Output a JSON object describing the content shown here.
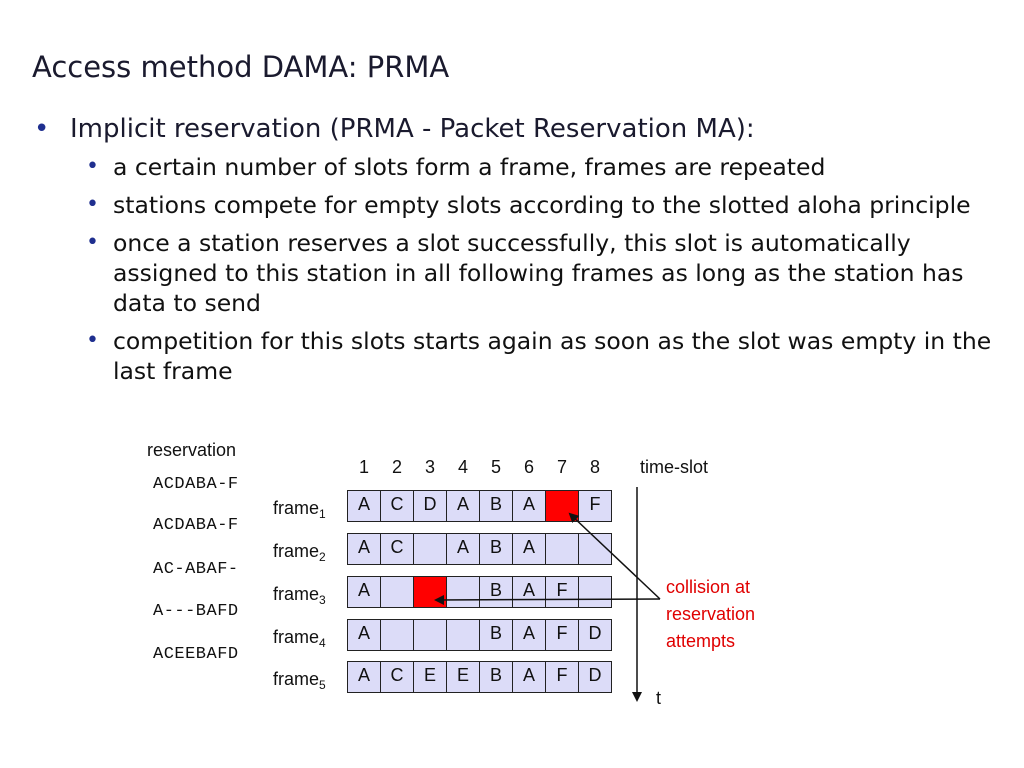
{
  "title": "Access method DAMA: PRMA",
  "bullet_main": "Implicit reservation (PRMA - Packet Reservation MA):",
  "sub_bullets": [
    "a certain number of slots form a frame, frames are repeated",
    "stations compete for empty slots according to the slotted aloha principle",
    "once a station reserves a slot successfully, this slot is automatically assigned to this station in all following frames as long as the station has data to send",
    "competition for this slots starts again as soon as the slot was empty in the last frame"
  ],
  "diagram": {
    "reservation_header": "reservation",
    "reservations": [
      "ACDABA-F",
      "ACDABA-F",
      "AC-ABAF-",
      "A---BAFD",
      "ACEEBAFD"
    ],
    "slot_numbers": [
      "1",
      "2",
      "3",
      "4",
      "5",
      "6",
      "7",
      "8"
    ],
    "time_slot_label": "time-slot",
    "time_axis_label": "t",
    "frame_label": "frame",
    "frames": [
      {
        "index": "1",
        "cells": [
          "A",
          "C",
          "D",
          "A",
          "B",
          "A",
          "",
          "F"
        ],
        "collision_slot": 7
      },
      {
        "index": "2",
        "cells": [
          "A",
          "C",
          "",
          "A",
          "B",
          "A",
          "",
          ""
        ],
        "collision_slot": null
      },
      {
        "index": "3",
        "cells": [
          "A",
          "",
          "",
          "",
          "B",
          "A",
          "F",
          ""
        ],
        "collision_slot": 3
      },
      {
        "index": "4",
        "cells": [
          "A",
          "",
          "",
          "",
          "B",
          "A",
          "F",
          "D"
        ],
        "collision_slot": null
      },
      {
        "index": "5",
        "cells": [
          "A",
          "C",
          "E",
          "E",
          "B",
          "A",
          "F",
          "D"
        ],
        "collision_slot": null
      }
    ],
    "collision_note": [
      "collision at",
      "reservation",
      "attempts"
    ],
    "colors": {
      "cell_fill": "#dcdcf8",
      "collision_fill": "#ff0000",
      "note_text": "#e00000"
    }
  }
}
